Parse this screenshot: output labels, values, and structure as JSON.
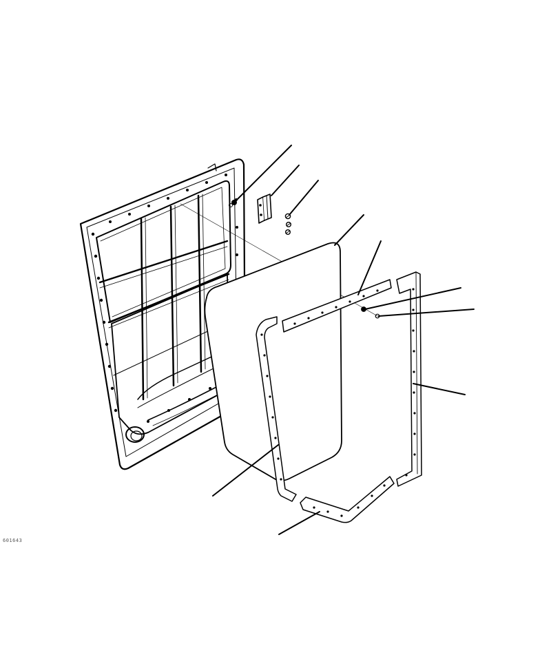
{
  "figure": {
    "code": "601643",
    "colors": {
      "line": "#000000",
      "panel": "#ffffff",
      "background": "#ffffff"
    }
  },
  "parts": [
    {
      "name": "door-frame"
    },
    {
      "name": "hinge"
    },
    {
      "name": "hinge-bolts"
    },
    {
      "name": "bolt"
    },
    {
      "name": "door-window-glass"
    },
    {
      "name": "upper-retainer-strip"
    },
    {
      "name": "nut"
    },
    {
      "name": "screw"
    },
    {
      "name": "rear-side-strip"
    },
    {
      "name": "front-retainer-frame"
    },
    {
      "name": "lower-retainer-strip"
    }
  ]
}
